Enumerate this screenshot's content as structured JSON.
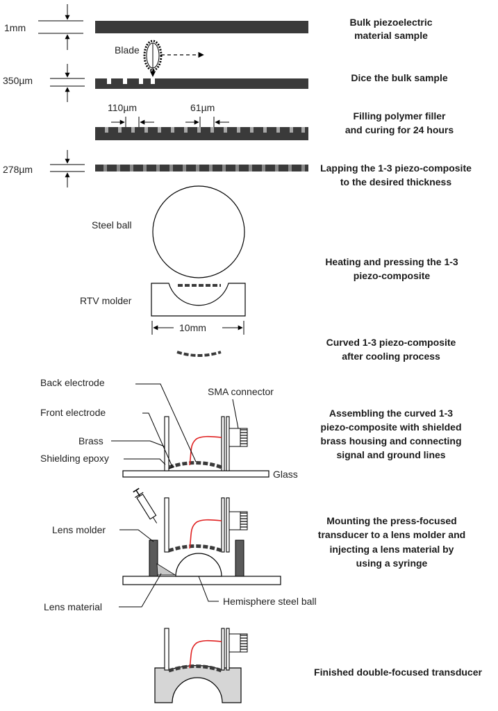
{
  "dimensions": {
    "bulk_thickness": "1mm",
    "diced_depth": "350µm",
    "kerf_pitch": "110µm",
    "pillar_width": "61µm",
    "lapped_thickness": "278µm",
    "curve_width": "10mm"
  },
  "labels": {
    "blade": "Blade",
    "steel_ball": "Steel ball",
    "rtv_molder": "RTV molder",
    "back_electrode": "Back electrode",
    "front_electrode": "Front electrode",
    "brass": "Brass",
    "shielding_epoxy": "Shielding epoxy",
    "sma_connector": "SMA connector",
    "glass": "Glass",
    "lens_molder": "Lens molder",
    "lens_material": "Lens material",
    "hemisphere_steel_ball": "Hemisphere steel ball"
  },
  "steps": [
    [
      "Bulk piezoelectric",
      "material sample"
    ],
    [
      "Dice the bulk sample"
    ],
    [
      "Filling polymer filler",
      "and curing for 24 hours"
    ],
    [
      "Lapping the 1-3 piezo-composite",
      "to the desired thickness"
    ],
    [
      "Heating and pressing the 1-3",
      "piezo-composite"
    ],
    [
      "Curved 1-3 piezo-composite",
      "after cooling process"
    ],
    [
      "Assembling the curved 1-3",
      "piezo-composite with shielded",
      "brass housing and connecting",
      "signal and ground lines"
    ],
    [
      "Mounting the press-focused",
      "transducer to a lens molder and",
      "injecting a lens material by",
      "using a syringe"
    ],
    [
      "Finished double-focused transducer"
    ]
  ],
  "colors": {
    "piezo": "#3a3a3a",
    "filler": "#9a9a9a",
    "wire": "#e02020",
    "lens_material": "#c8c8c8",
    "finished_fill": "#d6d6d6"
  }
}
